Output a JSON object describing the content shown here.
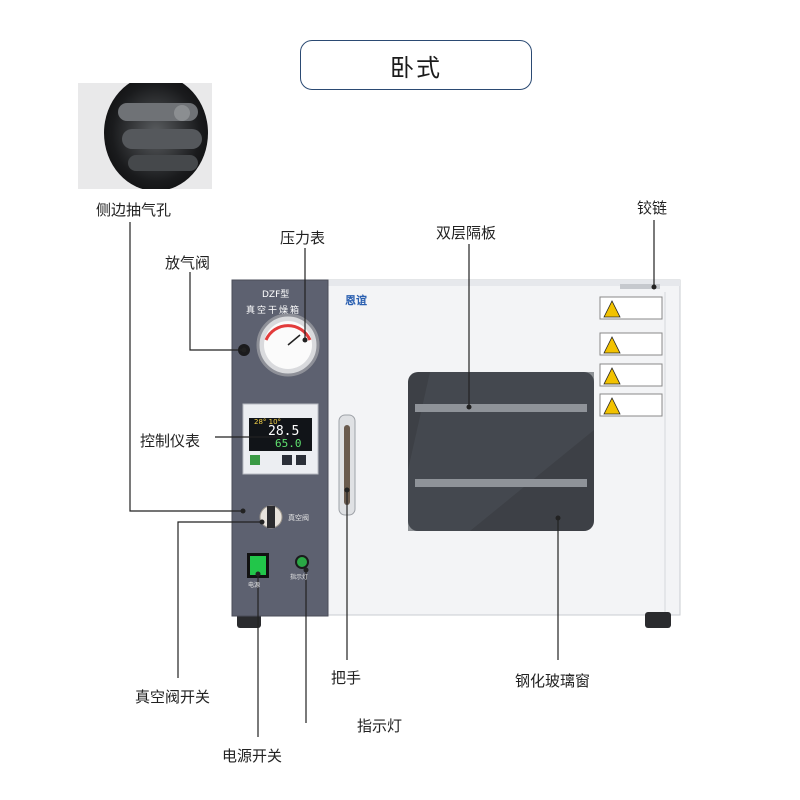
{
  "title": "卧式",
  "labels": {
    "side_exhaust": "侧边抽气孔",
    "release_valve": "放气阀",
    "pressure_gauge": "压力表",
    "double_shelf": "双层隔板",
    "hinge": "铰链",
    "control_meter": "控制仪表",
    "vacuum_valve_switch": "真空阀开关",
    "power_switch": "电源开关",
    "indicator_light": "指示灯",
    "handle": "把手",
    "glass_window": "钢化玻璃窗"
  },
  "machine": {
    "model": "DZF型",
    "name": "真空干燥箱",
    "brand": "恩谊",
    "controller_top": "28°  10°",
    "controller_pv": "28.5",
    "controller_sv": "65.0",
    "valve_label": "真空阀",
    "switch_label": "电源",
    "lamp_label": "指示灯"
  },
  "colors": {
    "panel": "#5d6170",
    "body": "#f4f5f7",
    "window": "#3d4046",
    "title_border": "#2b4a73",
    "switch": "#22c64a"
  }
}
